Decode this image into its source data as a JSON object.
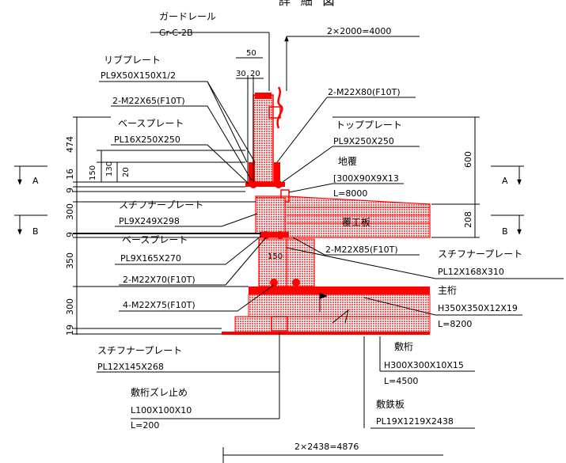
{
  "drawing": {
    "title_partial": "詳 細 図",
    "guardrail": {
      "label": "ガードレール",
      "spec": "Gr-C-2B"
    },
    "rib_plate": {
      "label": "リブプレート",
      "spec": "PL9X50X150X1/2"
    },
    "bolt_top_left": "2-M22X65(F10T)",
    "base_plate_upper": {
      "label": "ベースプレート",
      "spec": "PL16X250X250"
    },
    "stiffener_mid": {
      "label": "スチフナープレート",
      "spec": "PL9X249X298"
    },
    "base_plate_lower": {
      "label": "ベースプレート",
      "spec": "PL9X165X270"
    },
    "bolt_lower_left": "2-M22X70(F10T)",
    "bolt_bottom_left": "4-M22X75(F10T)",
    "stiffener_bottom": {
      "label": "スチフナープレート",
      "spec": "PL12X145X268"
    },
    "shoe_stopper": {
      "label": "敷桁ズレ止め",
      "spec": "L100X100X10",
      "length": "L=200"
    },
    "span_top": "2×2000=4000",
    "bolt_top_right": "2-M22X80(F10T)",
    "top_plate": {
      "label": "トッププレート",
      "spec": "PL9X250X250"
    },
    "sill": {
      "label": "地覆",
      "spec": "[300X90X9X13",
      "length": "L=8000"
    },
    "deck_plate": "覆工板",
    "bolt_mid_right": "2-M22X85(F10T)",
    "stiffener_right": {
      "label": "スチフナープレート",
      "spec": "PL12X168X310"
    },
    "main_girder": {
      "label": "主桁",
      "spec": "H350X350X12X19",
      "length": "L=8200"
    },
    "sole_beam": {
      "label": "敷桁",
      "spec": "H300X300X10X15",
      "length": "L=4500"
    },
    "steel_plate": {
      "label": "敷鉄板",
      "spec": "PL19X1219X2438"
    },
    "span_bottom": "2×2438=4876",
    "section_marks": {
      "a": "A",
      "b": "B"
    },
    "dims_left": [
      "474",
      "16",
      "9",
      "300",
      "9",
      "350",
      "300",
      "19"
    ],
    "dims_small": {
      "d150": "150",
      "d130": "130",
      "d20": "20",
      "d30": "30",
      "d20b": "20",
      "d50": "50",
      "d150b": "150"
    },
    "dims_right": {
      "d600": "600",
      "d208": "208"
    },
    "colors": {
      "member": "#ff0000",
      "fill": "#ff4d4d",
      "line": "#000000"
    }
  }
}
